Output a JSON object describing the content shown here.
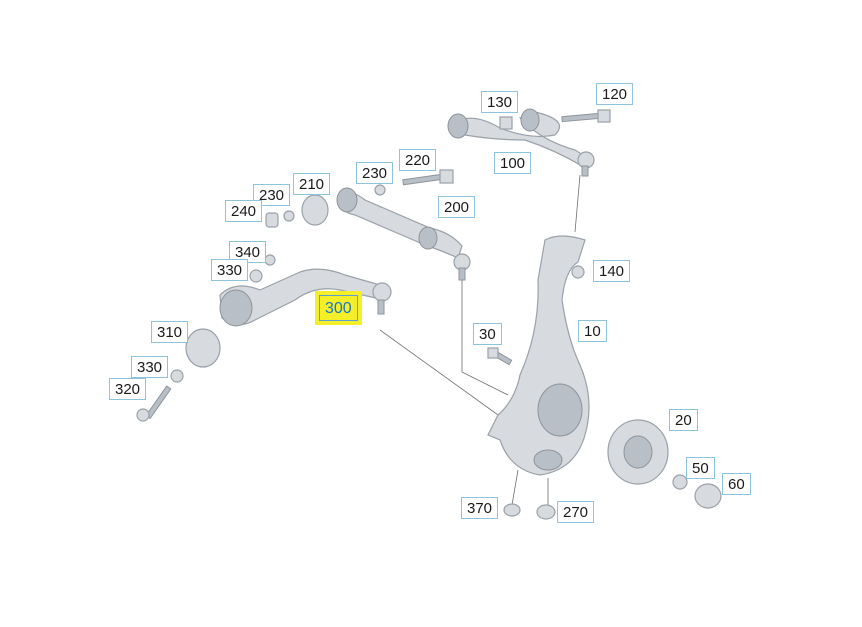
{
  "diagram": {
    "labels": [
      {
        "id": "p130",
        "text": "130"
      },
      {
        "id": "p120",
        "text": "120"
      },
      {
        "id": "p100",
        "text": "100"
      },
      {
        "id": "p230a",
        "text": "230"
      },
      {
        "id": "p220",
        "text": "220"
      },
      {
        "id": "p210",
        "text": "210"
      },
      {
        "id": "p230b",
        "text": "230"
      },
      {
        "id": "p240",
        "text": "240"
      },
      {
        "id": "p200",
        "text": "200"
      },
      {
        "id": "p340",
        "text": "340"
      },
      {
        "id": "p330a",
        "text": "330"
      },
      {
        "id": "p300",
        "text": "300"
      },
      {
        "id": "p140",
        "text": "140"
      },
      {
        "id": "p310",
        "text": "310"
      },
      {
        "id": "p30",
        "text": "30"
      },
      {
        "id": "p10",
        "text": "10"
      },
      {
        "id": "p330b",
        "text": "330"
      },
      {
        "id": "p320",
        "text": "320"
      },
      {
        "id": "p20",
        "text": "20"
      },
      {
        "id": "p50",
        "text": "50"
      },
      {
        "id": "p60",
        "text": "60"
      },
      {
        "id": "p370",
        "text": "370"
      },
      {
        "id": "p270",
        "text": "270"
      }
    ]
  }
}
